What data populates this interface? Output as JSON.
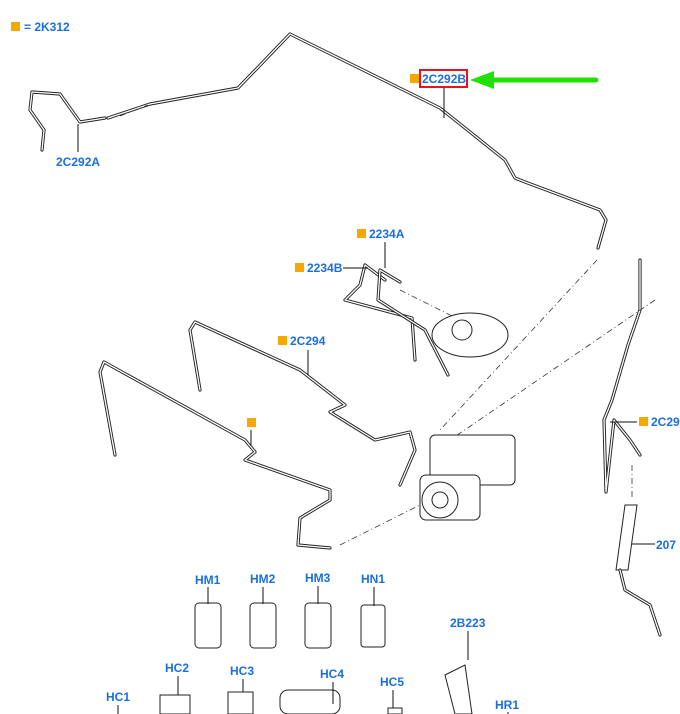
{
  "legend": {
    "text": "= 2K312",
    "marker_color": "#f5a800"
  },
  "highlight": {
    "label": "2C292B",
    "box_color": "#e8141c",
    "arrow_color": "#22e000"
  },
  "callouts": {
    "c2C292A": "2C292A",
    "c2234A": "2234A",
    "c2234B": "2234B",
    "c2C294": "2C294",
    "c2C29": "2C29",
    "c207": "207",
    "HM1": "HM1",
    "HM2": "HM2",
    "HM3": "HM3",
    "HN1": "HN1",
    "c2B223": "2B223",
    "HC1": "HC1",
    "HC2": "HC2",
    "HC3": "HC3",
    "HC4": "HC4",
    "HC5": "HC5",
    "HR1": "HR1"
  },
  "colors": {
    "label": "#1a6fe0",
    "new_part_marker": "#f5a800"
  }
}
